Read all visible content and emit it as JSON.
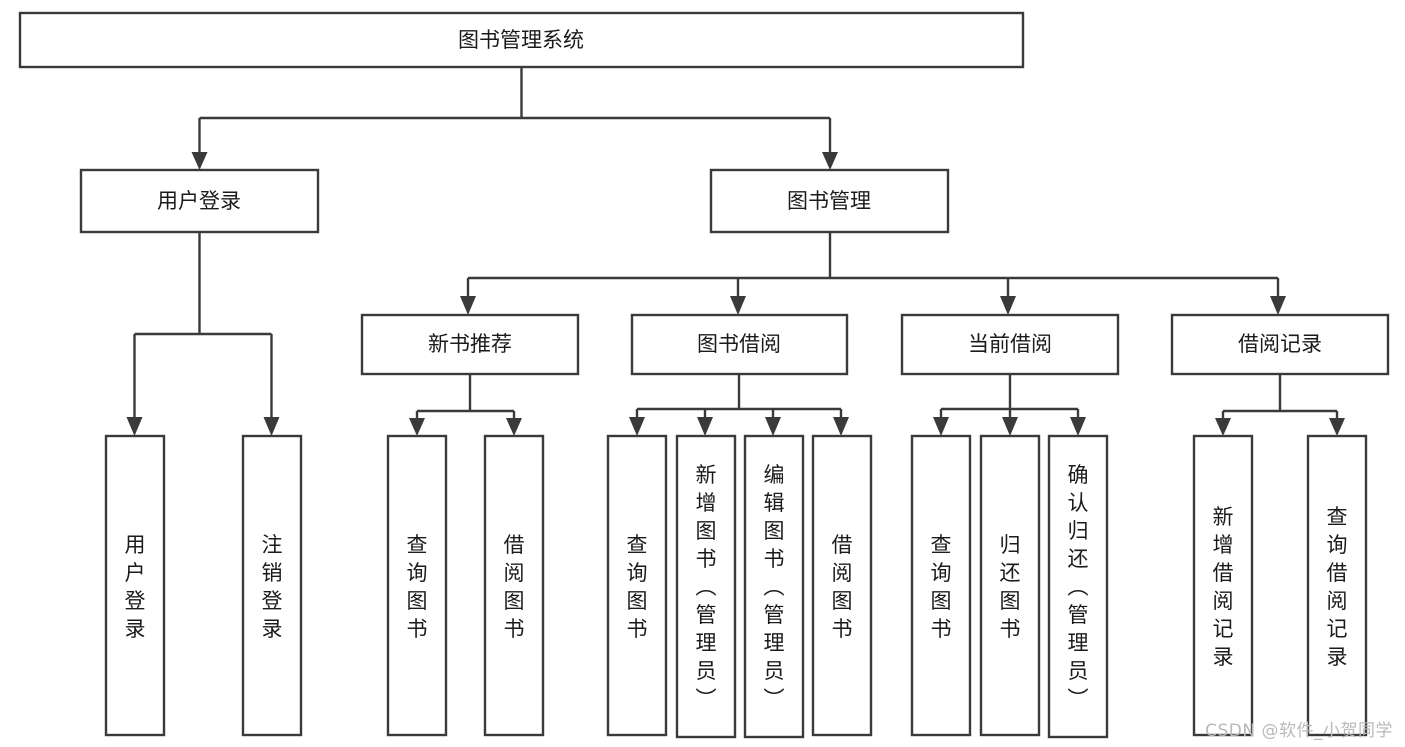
{
  "diagram": {
    "type": "tree-hierarchy",
    "title": "图书管理系统",
    "orientation": "top-down",
    "levels": 4,
    "root": {
      "id": "root",
      "label": "图书管理系统"
    },
    "level2": [
      {
        "id": "user-login",
        "label": "用户登录"
      },
      {
        "id": "book-manage",
        "label": "图书管理"
      }
    ],
    "level3": [
      {
        "id": "new-book-rec",
        "label": "新书推荐",
        "parent": "book-manage"
      },
      {
        "id": "book-borrow",
        "label": "图书借阅",
        "parent": "book-manage"
      },
      {
        "id": "current-borrow",
        "label": "当前借阅",
        "parent": "book-manage"
      },
      {
        "id": "borrow-record",
        "label": "借阅记录",
        "parent": "book-manage"
      }
    ],
    "leaves": {
      "user-login": [
        {
          "id": "leaf-user-login",
          "label": "用户登录"
        },
        {
          "id": "leaf-logout",
          "label": "注销登录"
        }
      ],
      "new-book-rec": [
        {
          "id": "leaf-query-book-1",
          "label": "查询图书"
        },
        {
          "id": "leaf-borrow-book-1",
          "label": "借阅图书"
        }
      ],
      "book-borrow": [
        {
          "id": "leaf-query-book-2",
          "label": "查询图书"
        },
        {
          "id": "leaf-add-book",
          "label": "新增图书（管理员）"
        },
        {
          "id": "leaf-edit-book",
          "label": "编辑图书（管理员）"
        },
        {
          "id": "leaf-borrow-book-2",
          "label": "借阅图书"
        }
      ],
      "current-borrow": [
        {
          "id": "leaf-query-book-3",
          "label": "查询图书"
        },
        {
          "id": "leaf-return-book",
          "label": "归还图书"
        },
        {
          "id": "leaf-confirm-return",
          "label": "确认归还（管理员）"
        }
      ],
      "borrow-record": [
        {
          "id": "leaf-add-record",
          "label": "新增借阅记录"
        },
        {
          "id": "leaf-query-record",
          "label": "查询借阅记录"
        }
      ]
    }
  },
  "watermark": {
    "text": "CSDN @软件_小贺同学"
  },
  "colors": {
    "stroke": "#3a3a3a",
    "fill": "#ffffff",
    "text": "#1b1b1b",
    "watermark": "#b9b9b9"
  }
}
